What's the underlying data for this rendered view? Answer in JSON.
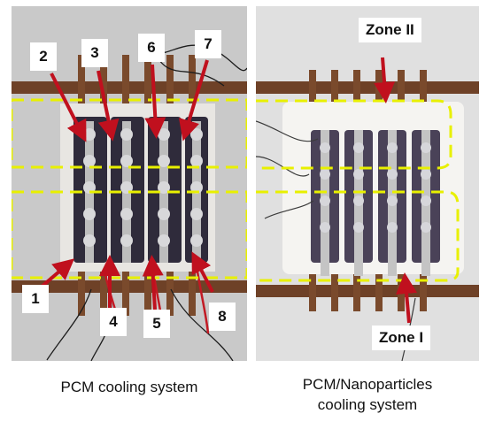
{
  "left_panel": {
    "labels": [
      "1",
      "2",
      "3",
      "4",
      "5",
      "6",
      "7",
      "8"
    ],
    "caption": "PCM cooling system"
  },
  "right_panel": {
    "zone_top": "Zone II",
    "zone_bottom": "Zone I",
    "caption_line1": "PCM/Nanoparticles",
    "caption_line2": "cooling system"
  },
  "colors": {
    "dashed_box": "#e8f000",
    "arrow": "#c0101e",
    "copper_pipe": "#7a4a2c",
    "cell": "#2d2a3a",
    "pcm_white": "#f4f4f2"
  }
}
